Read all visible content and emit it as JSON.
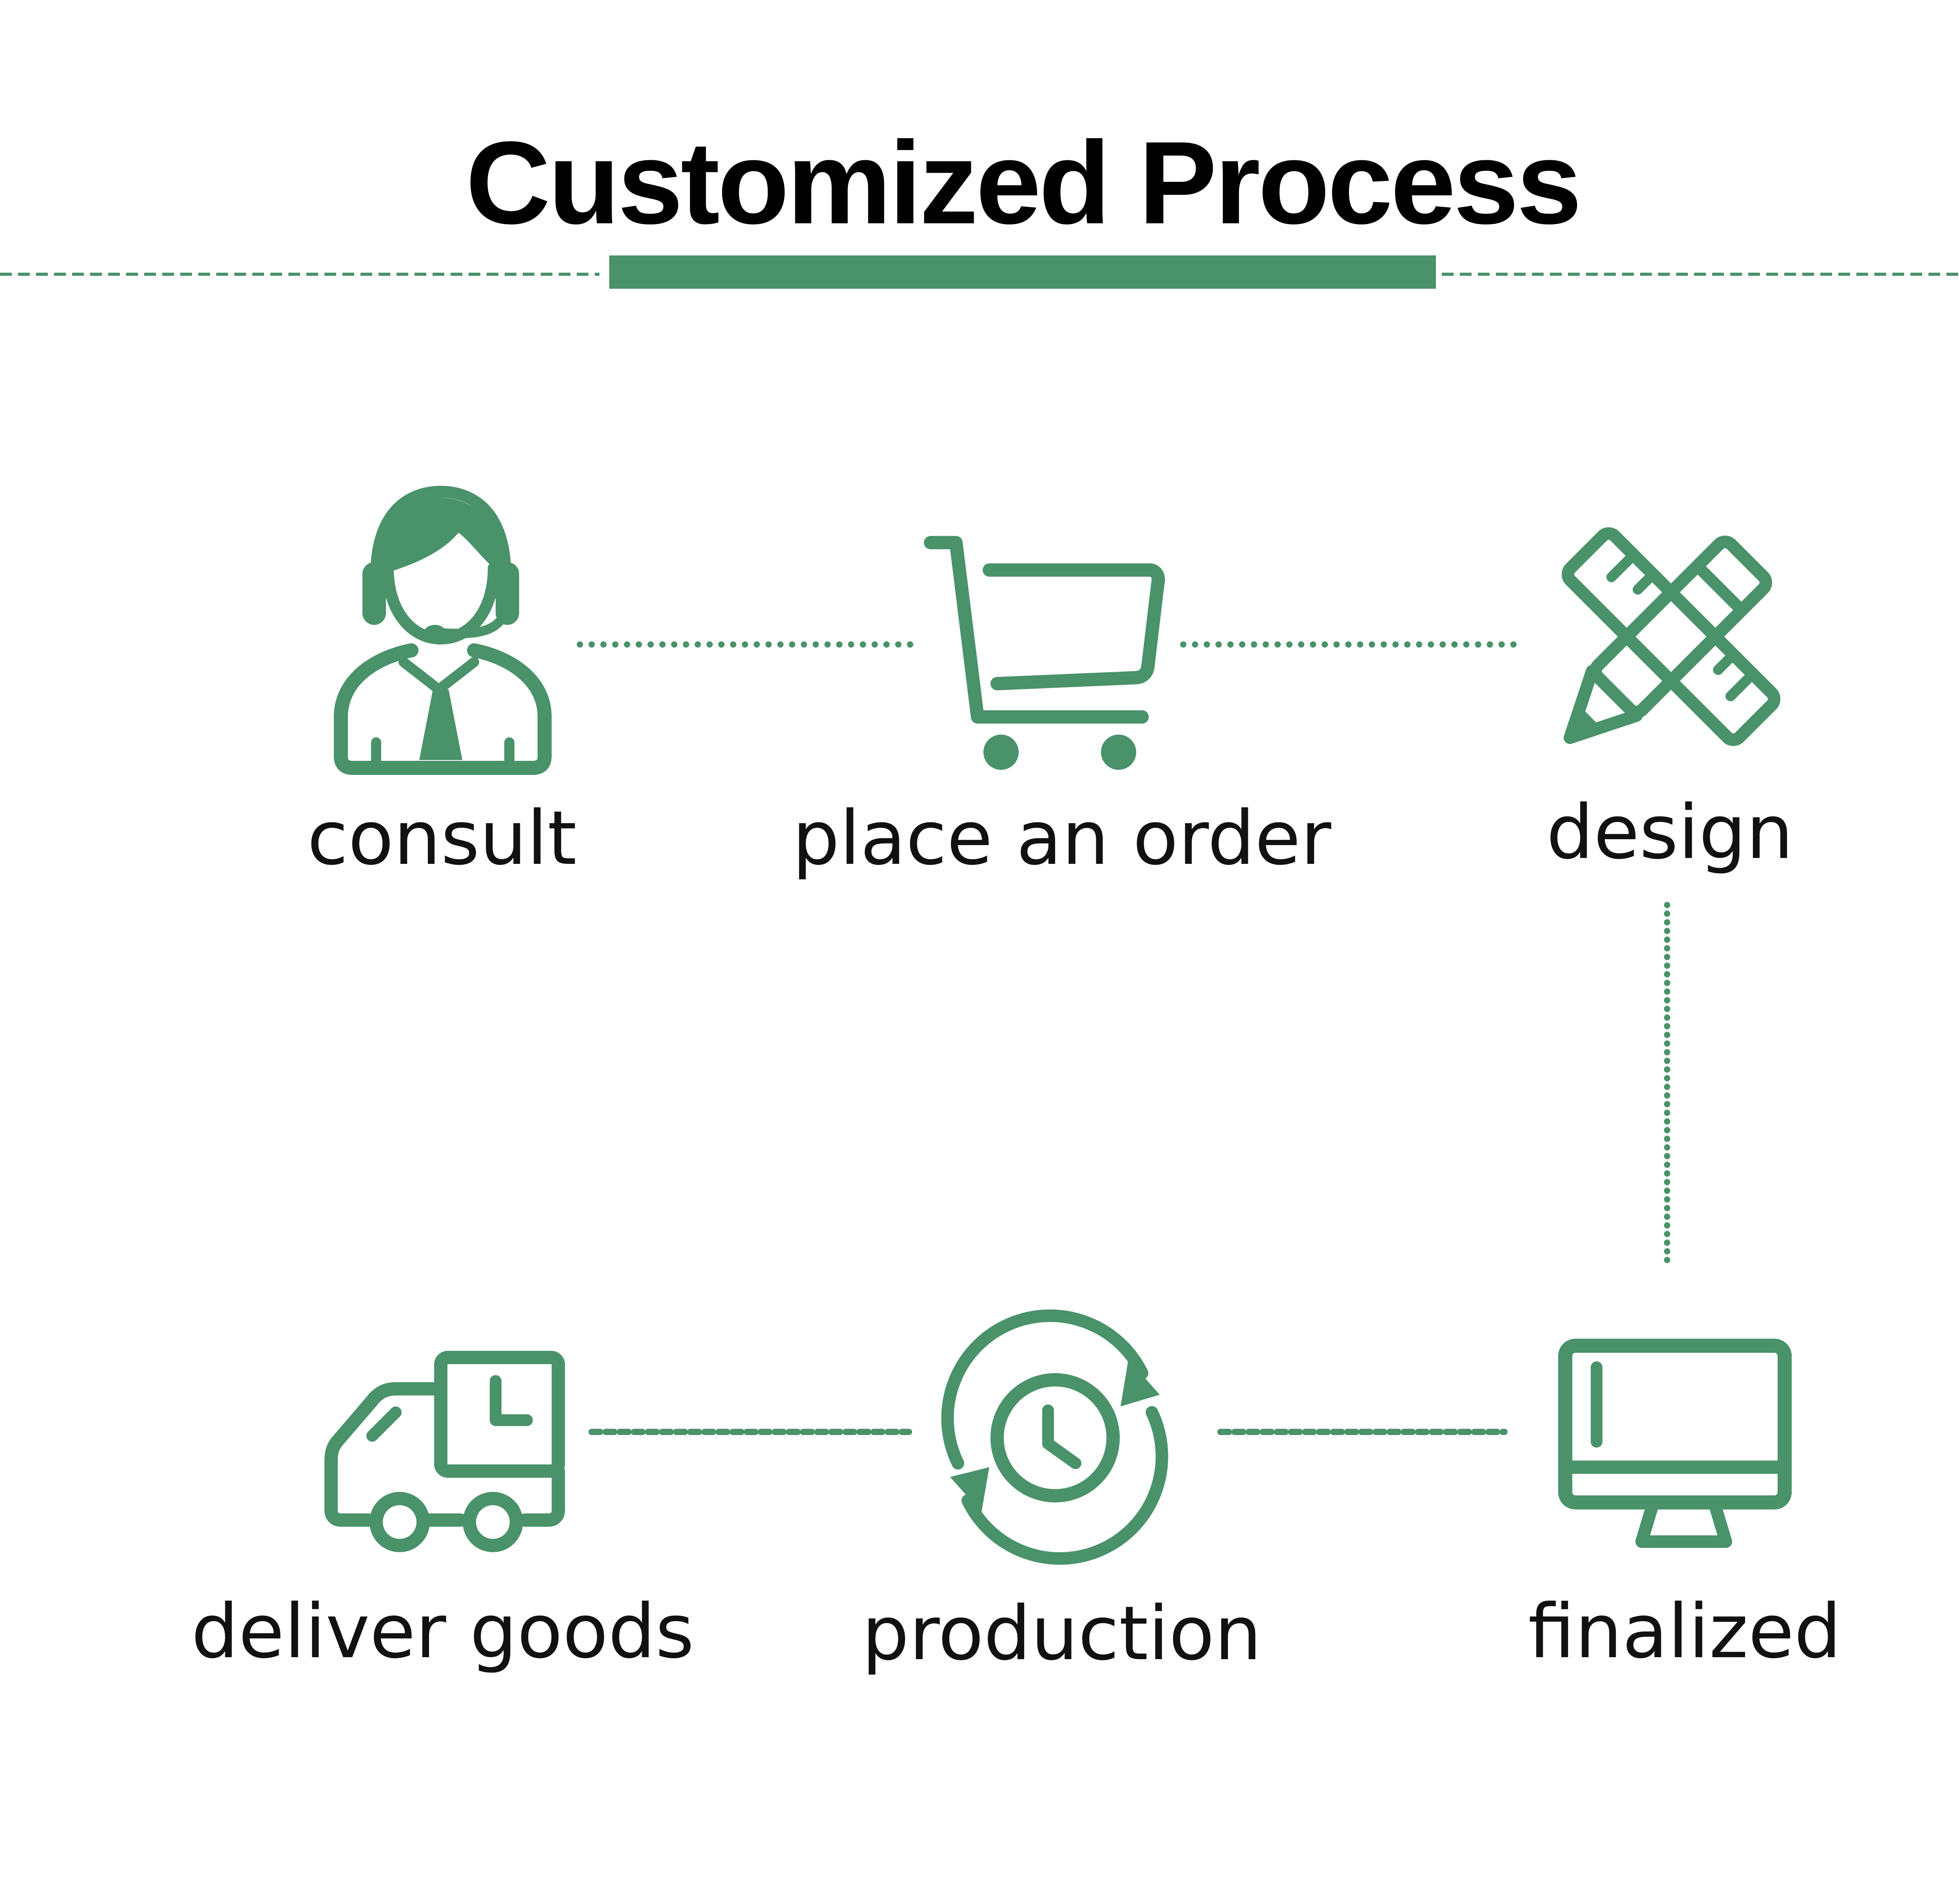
{
  "title": "Customized Process",
  "colors": {
    "accent": "#4a926a",
    "text": "#111111",
    "background": "#ffffff"
  },
  "steps": [
    {
      "label": "consult",
      "icon": "customer-service-icon"
    },
    {
      "label": "place an order",
      "icon": "shopping-cart-icon"
    },
    {
      "label": "design",
      "icon": "ruler-pencil-icon"
    },
    {
      "label": "finalized",
      "icon": "monitor-icon"
    },
    {
      "label": "production",
      "icon": "clock-cycle-icon"
    },
    {
      "label": "deliver goods",
      "icon": "delivery-truck-icon"
    }
  ]
}
